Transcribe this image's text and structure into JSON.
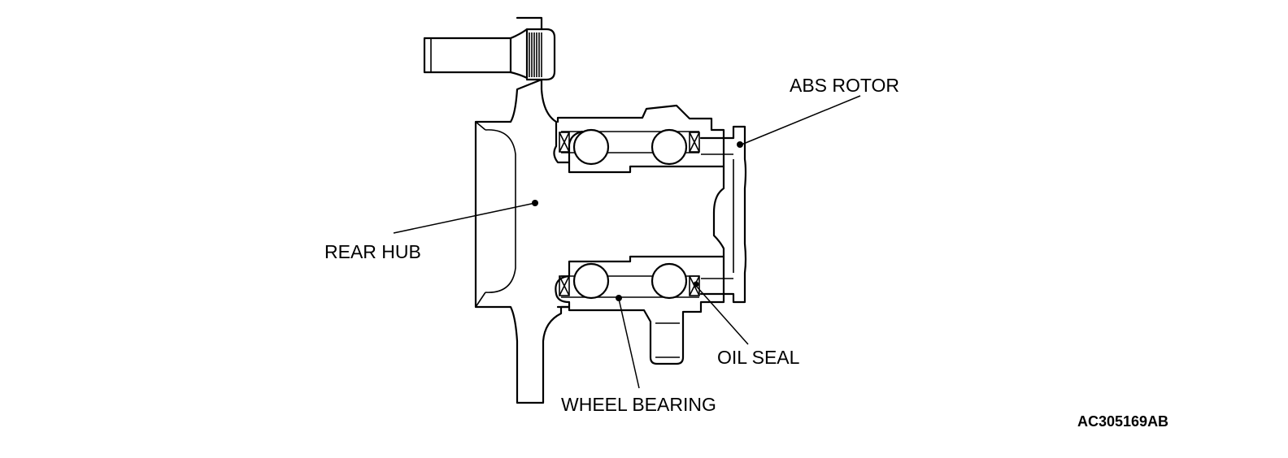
{
  "labels": {
    "abs_rotor": "ABS ROTOR",
    "rear_hub": "REAR HUB",
    "oil_seal": "OIL SEAL",
    "wheel_bearing": "WHEEL BEARING"
  },
  "figure_code": "AC305169AB"
}
